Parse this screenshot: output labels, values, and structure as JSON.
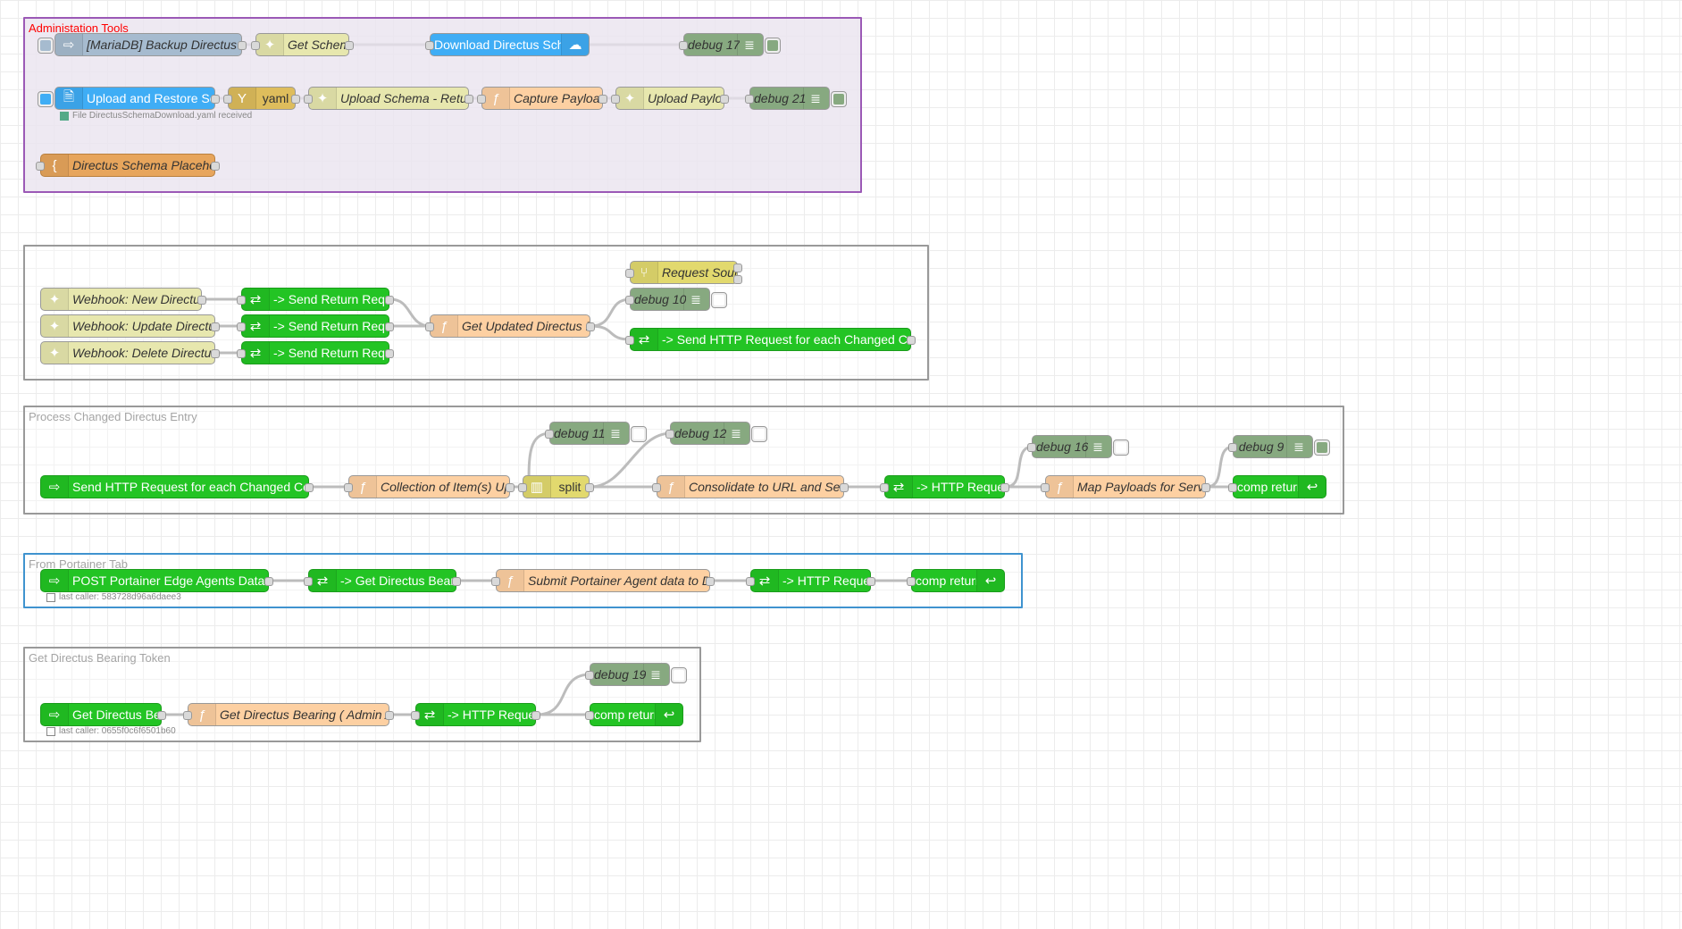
{
  "colors": {
    "group_admin_border": "#9b59b6",
    "group_admin_fill": "#ebe5f0",
    "group_admin_label": "#ff0000",
    "group_portainer_border": "#3f93cf",
    "node_green": "#23c424",
    "node_debug": "#87a980",
    "node_function": "#fdd0a2",
    "node_http_in": "#e7e7ae",
    "node_link_out_blue": "#3fadf5"
  },
  "groups": {
    "admin": {
      "label": "Administation Tools"
    },
    "webhooks": {
      "label": ""
    },
    "process": {
      "label": "Process Changed Directus Entry"
    },
    "portainer": {
      "label": "From Portainer Tab"
    },
    "bearer": {
      "label": "Get Directus Bearing Token"
    }
  },
  "nodes": {
    "backup_schema": {
      "label": "[MariaDB] Backup Directus Schema",
      "icon": "link-in-icon"
    },
    "get_schema": {
      "label": "Get Schema",
      "icon": "globe-icon"
    },
    "download_schema": {
      "label": "Download Directus Schema",
      "icon": "cloud-download-icon"
    },
    "debug17": {
      "label": "debug 17",
      "icon": "list-icon"
    },
    "upload_restore": {
      "label": "Upload and Restore Schema",
      "icon": "file-icon"
    },
    "yaml": {
      "label": "yaml",
      "icon": "yaml-icon"
    },
    "upload_schema_diff": {
      "label": "Upload Schema - Return Diff",
      "icon": "globe-icon"
    },
    "capture_payload": {
      "label": "Capture Payload",
      "icon": "function-icon"
    },
    "upload_payload": {
      "label": "Upload Payload",
      "icon": "globe-icon"
    },
    "debug21": {
      "label": "debug 21",
      "icon": "list-icon"
    },
    "upload_status": "File DirectusSchemaDownload.yaml received",
    "schema_placeholder": {
      "label": "Directus Schema Placeholder",
      "icon": "template-icon"
    },
    "webhook_new": {
      "label": "Webhook: New Directus Entry",
      "icon": "globe-icon"
    },
    "webhook_update": {
      "label": "Webhook: Update Directus Entry",
      "icon": "globe-icon"
    },
    "webhook_delete": {
      "label": "Webhook: Delete Directus Entry",
      "icon": "globe-icon"
    },
    "send_return_1": {
      "label": "-> Send Return Request",
      "icon": "link-call-icon"
    },
    "send_return_2": {
      "label": "-> Send Return Request",
      "icon": "link-call-icon"
    },
    "send_return_3": {
      "label": "-> Send Return Request",
      "icon": "link-call-icon"
    },
    "request_source": {
      "label": "Request Source",
      "icon": "switch-icon"
    },
    "debug10": {
      "label": "debug 10",
      "icon": "list-icon"
    },
    "get_updated_entry": {
      "label": "Get Updated Directus Entry",
      "icon": "function-icon"
    },
    "send_http_each": {
      "label": "-> Send HTTP Request for each Changed Collection Item",
      "icon": "link-call-icon"
    },
    "send_http_each_in": {
      "label": "Send HTTP Request for each Changed Collection Item",
      "icon": "link-in-icon"
    },
    "collection_updated": {
      "label": "Collection of Item(s) Updated",
      "icon": "function-icon"
    },
    "split": {
      "label": "split",
      "icon": "split-icon"
    },
    "debug11": {
      "label": "debug 11",
      "icon": "list-icon"
    },
    "debug12": {
      "label": "debug 12",
      "icon": "list-icon"
    },
    "consolidate": {
      "label": "Consolidate to URL and Send GET",
      "icon": "function-icon"
    },
    "http_request_1": {
      "label": "-> HTTP Request",
      "icon": "link-call-icon"
    },
    "debug16": {
      "label": "debug 16",
      "icon": "list-icon"
    },
    "map_payloads": {
      "label": "Map Payloads for Services",
      "icon": "function-icon"
    },
    "debug9": {
      "label": "debug 9",
      "icon": "list-icon"
    },
    "comp_return_1": {
      "label": "comp return",
      "icon": "return-icon"
    },
    "post_portainer": {
      "label": "POST Portainer Edge Agents Data to Directus",
      "icon": "link-in-icon"
    },
    "get_bearing_call": {
      "label": "-> Get Directus Bearing",
      "icon": "link-call-icon"
    },
    "submit_portainer": {
      "label": "Submit Portainer Agent data to Directus",
      "icon": "function-icon"
    },
    "http_request_2": {
      "label": "-> HTTP Request",
      "icon": "link-call-icon"
    },
    "comp_return_2": {
      "label": "comp return",
      "icon": "return-icon"
    },
    "portainer_status": "last caller: 583728d96a6daee3",
    "get_bearing_in": {
      "label": "Get Directus Bearing",
      "icon": "link-in-icon"
    },
    "get_bearing_fn": {
      "label": "Get Directus Bearing ( Admin Account)",
      "icon": "function-icon"
    },
    "http_request_3": {
      "label": "-> HTTP Request",
      "icon": "link-call-icon"
    },
    "debug19": {
      "label": "debug 19",
      "icon": "list-icon"
    },
    "comp_return_3": {
      "label": "comp return",
      "icon": "return-icon"
    },
    "bearer_status": "last caller: 0655f0c6f6501b60"
  }
}
